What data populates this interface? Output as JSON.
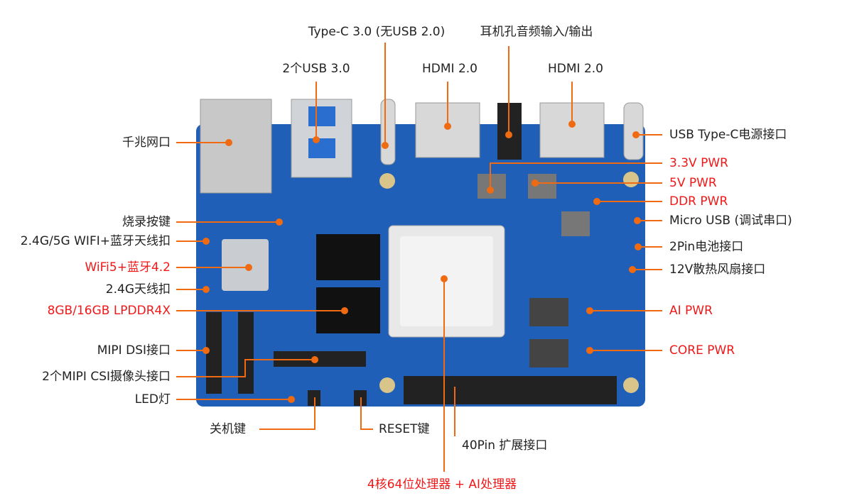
{
  "left_labels": [
    {
      "text": "千兆网口",
      "red": false
    },
    {
      "text": "烧录按键",
      "red": false
    },
    {
      "text": "2.4G/5G WIFI+蓝牙天线扣",
      "red": false
    },
    {
      "text": "WiFi5+蓝牙4.2",
      "red": true
    },
    {
      "text": "2.4G天线扣",
      "red": false
    },
    {
      "text": "8GB/16GB LPDDR4X",
      "red": true
    },
    {
      "text": "MIPI DSI接口",
      "red": false
    },
    {
      "text": "2个MIPI CSI摄像头接口",
      "red": false
    },
    {
      "text": "LED灯",
      "red": false
    }
  ],
  "top_labels": {
    "typec30": "Type-C 3.0 (无USB 2.0)",
    "audio": "耳机孔音频输入/输出",
    "usb3": "2个USB 3.0",
    "hdmi1": "HDMI 2.0",
    "hdmi2": "HDMI 2.0"
  },
  "right_labels": [
    {
      "text": "USB Type-C电源接口",
      "red": false
    },
    {
      "text": "3.3V PWR",
      "red": true
    },
    {
      "text": "5V PWR",
      "red": true
    },
    {
      "text": "DDR PWR",
      "red": true
    },
    {
      "text": "Micro USB (调试串口)",
      "red": false
    },
    {
      "text": "2Pin电池接口",
      "red": false
    },
    {
      "text": "12V散热风扇接口",
      "red": false
    },
    {
      "text": "AI PWR",
      "red": true
    },
    {
      "text": "CORE PWR",
      "red": true
    }
  ],
  "bottom_labels": {
    "power_key": "关机键",
    "reset_key": "RESET键",
    "gpio": "40Pin 扩展接口",
    "cpu": "4核64位处理器 + AI处理器"
  },
  "colors": {
    "board": "#1f5fb8",
    "leader": "#f06a12",
    "red_text": "#f01818"
  }
}
